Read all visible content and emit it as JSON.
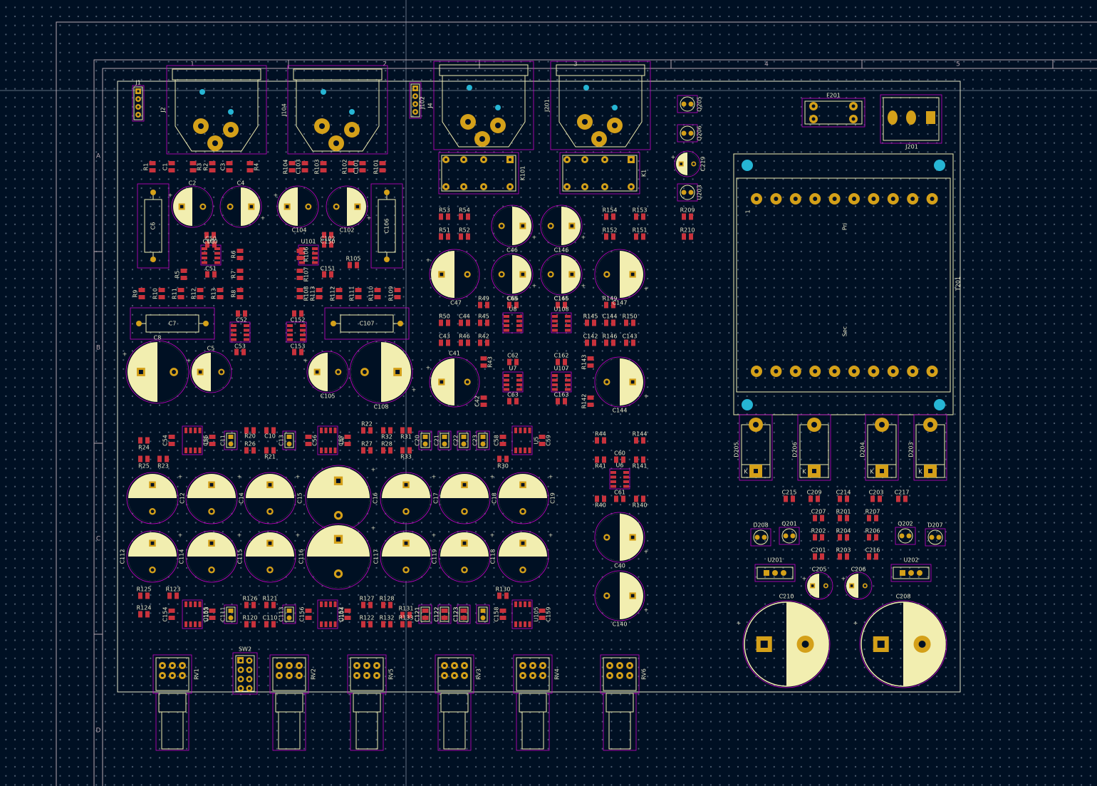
{
  "frame": {
    "columns": [
      "1",
      "2",
      "3",
      "4",
      "5"
    ],
    "rows": [
      "A",
      "B",
      "C",
      "D"
    ]
  },
  "colors": {
    "background": "#001023",
    "grid_dot": "#4a5a6e",
    "silkscreen": "#f2eeb0",
    "courtyard": "#c800c8",
    "pad_copper": "#d4a019",
    "smd_pad": "#c8323c",
    "via_cyan": "#26b5d4",
    "frame_line": "#b9a7b0",
    "text": "#e9e7c8"
  },
  "connectors": [
    {
      "ref": "J1"
    },
    {
      "ref": "J2"
    },
    {
      "ref": "J102"
    },
    {
      "ref": "J104"
    },
    {
      "ref": "J4"
    },
    {
      "ref": "J201"
    }
  ],
  "relays": [
    {
      "ref": "K101"
    },
    {
      "ref": "K1"
    }
  ],
  "film_caps": [
    {
      "ref": "C6"
    },
    {
      "ref": "C106"
    },
    {
      "ref": "C7"
    },
    {
      "ref": "C107"
    }
  ],
  "fuse": {
    "ref": "F201"
  },
  "transformer": {
    "ref": "T201",
    "primary": "Pri",
    "secondary": "Sec",
    "pin1": "1"
  },
  "elcaps": [
    {
      "ref": "C2"
    },
    {
      "ref": "C4"
    },
    {
      "ref": "C104"
    },
    {
      "ref": "C102"
    },
    {
      "ref": "C8"
    },
    {
      "ref": "C5"
    },
    {
      "ref": "C105"
    },
    {
      "ref": "C108"
    },
    {
      "ref": "C46"
    },
    {
      "ref": "C146"
    },
    {
      "ref": "C47"
    },
    {
      "ref": "C65"
    },
    {
      "ref": "C145"
    },
    {
      "ref": "C147"
    },
    {
      "ref": "C41"
    },
    {
      "ref": "C144"
    },
    {
      "ref": "C40"
    },
    {
      "ref": "C140"
    },
    {
      "ref": "C219"
    },
    {
      "ref": "C205"
    },
    {
      "ref": "C206"
    },
    {
      "ref": "C210"
    },
    {
      "ref": "C208"
    },
    {
      "ref": "C12"
    },
    {
      "ref": "C14"
    },
    {
      "ref": "C15"
    },
    {
      "ref": "C16"
    },
    {
      "ref": "C17"
    },
    {
      "ref": "C18"
    },
    {
      "ref": "C19"
    },
    {
      "ref": "C112"
    },
    {
      "ref": "C114"
    },
    {
      "ref": "C115"
    },
    {
      "ref": "C116"
    },
    {
      "ref": "C117"
    },
    {
      "ref": "C119"
    },
    {
      "ref": "C118"
    }
  ],
  "ics": [
    {
      "ref": "U1"
    },
    {
      "ref": "U101"
    },
    {
      "ref": "U8"
    },
    {
      "ref": "U108"
    },
    {
      "ref": "U7"
    },
    {
      "ref": "U107"
    },
    {
      "ref": "U6"
    },
    {
      "ref": "U3"
    },
    {
      "ref": "U5"
    },
    {
      "ref": "U2"
    },
    {
      "ref": "U4"
    },
    {
      "ref": "U103"
    },
    {
      "ref": "U105"
    },
    {
      "ref": "U102"
    },
    {
      "ref": "U104"
    }
  ],
  "diodes": [
    {
      "ref": "D205"
    },
    {
      "ref": "D206"
    },
    {
      "ref": "D204"
    },
    {
      "ref": "D203"
    }
  ],
  "diode_cathode": "K",
  "regulators": [
    {
      "ref": "U201"
    },
    {
      "ref": "U202"
    }
  ],
  "transistors": [
    {
      "ref": "Q205"
    },
    {
      "ref": "Q206"
    },
    {
      "ref": "U203"
    },
    {
      "ref": "Q201"
    },
    {
      "ref": "Q202"
    },
    {
      "ref": "D208"
    },
    {
      "ref": "D207"
    }
  ],
  "pots": [
    {
      "ref": "RV1"
    },
    {
      "ref": "RV2"
    },
    {
      "ref": "RV5"
    },
    {
      "ref": "RV3"
    },
    {
      "ref": "RV4"
    },
    {
      "ref": "RV6"
    }
  ],
  "switch": {
    "ref": "SW2"
  },
  "smd_labels": [
    "R1",
    "C1",
    "R3",
    "C3",
    "R4",
    "R2",
    "R104",
    "C103",
    "R103",
    "R102",
    "C101",
    "R101",
    "C100",
    "C51",
    "R6",
    "R5",
    "R7",
    "R8",
    "R9",
    "R10",
    "R11",
    "R12",
    "R13",
    "C52",
    "C53",
    "C50",
    "C150",
    "R106",
    "R105",
    "R107",
    "C151",
    "R108",
    "R113",
    "R112",
    "R111",
    "R110",
    "R109",
    "C152",
    "C153",
    "C102",
    "R53",
    "R54",
    "R51",
    "R52",
    "R49",
    "C66",
    "R50",
    "C44",
    "R45",
    "C43",
    "R46",
    "R42",
    "R43",
    "C62",
    "C63",
    "C42",
    "R154",
    "R153",
    "R152",
    "R151",
    "R149",
    "C166",
    "R145",
    "C144",
    "R150",
    "C142",
    "R146",
    "C143",
    "R143",
    "C162",
    "C163",
    "R142",
    "R24",
    "C54",
    "C55",
    "C11",
    "R20",
    "R26",
    "C10",
    "R21",
    "C13",
    "C56",
    "C57",
    "R22",
    "R27",
    "R32",
    "R28",
    "R31",
    "R33",
    "C20",
    "C21",
    "C22",
    "C23",
    "C58",
    "R30",
    "C59",
    "R25",
    "R23",
    "R44",
    "R144",
    "C60",
    "R41",
    "R141",
    "C61",
    "R40",
    "R140",
    "R125",
    "R123",
    "R124",
    "C154",
    "C155",
    "C111",
    "R126",
    "R121",
    "R120",
    "C110",
    "C113",
    "C156",
    "C157",
    "R127",
    "R128",
    "R122",
    "R132",
    "R131",
    "R133",
    "C120",
    "C121",
    "C122",
    "C123",
    "C158",
    "C159",
    "R130",
    "R209",
    "R210",
    "C215",
    "C209",
    "C214",
    "C203",
    "C217",
    "C207",
    "R201",
    "R207",
    "R202",
    "R204",
    "R206",
    "C201",
    "R203",
    "C216"
  ]
}
